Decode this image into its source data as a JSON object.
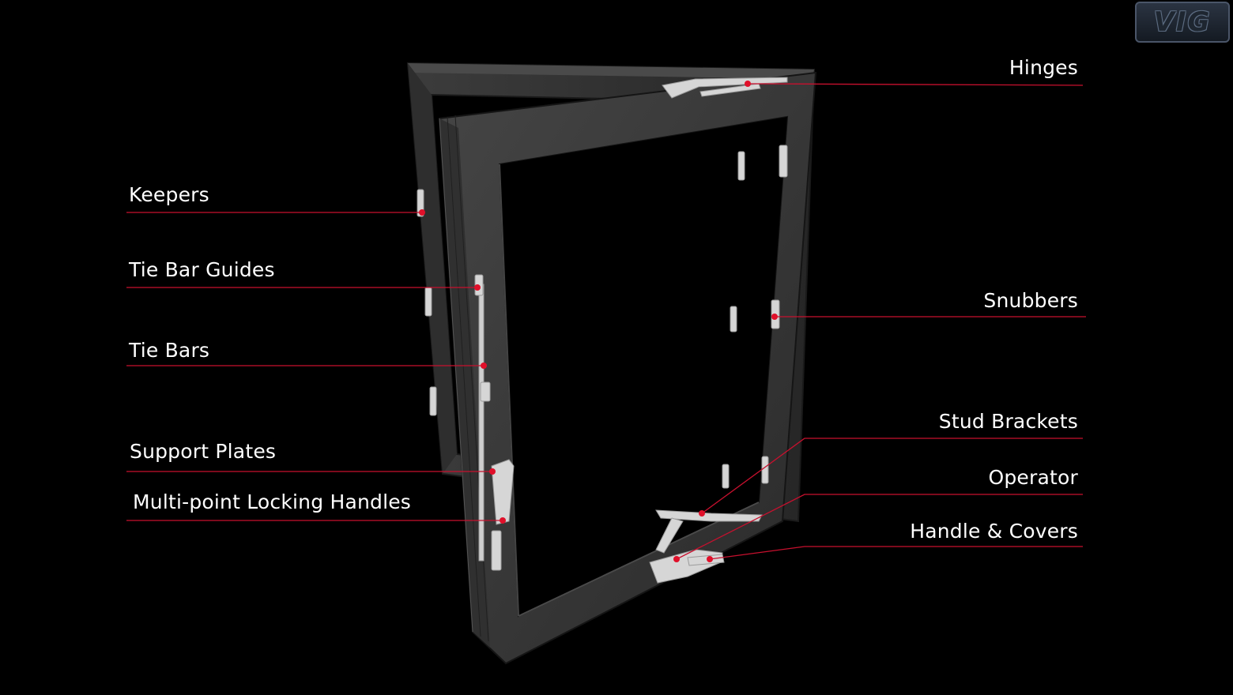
{
  "brand": {
    "logo_text": "VIG"
  },
  "colors": {
    "background": "#000000",
    "frame": "#3a3a3a",
    "frame_dark": "#232323",
    "hardware": "#d8d8d8",
    "leader_line": "#c8102e",
    "label_text": "#ffffff"
  },
  "labels": {
    "left": [
      {
        "id": "keepers",
        "text": "Keepers"
      },
      {
        "id": "tie-bar-guides",
        "text": "Tie Bar Guides"
      },
      {
        "id": "tie-bars",
        "text": "Tie Bars"
      },
      {
        "id": "support-plates",
        "text": "Support Plates"
      },
      {
        "id": "multi-point-locking-handles",
        "text": "Multi-point Locking Handles"
      }
    ],
    "right": [
      {
        "id": "hinges",
        "text": "Hinges"
      },
      {
        "id": "snubbers",
        "text": "Snubbers"
      },
      {
        "id": "stud-brackets",
        "text": "Stud Brackets"
      },
      {
        "id": "operator",
        "text": "Operator"
      },
      {
        "id": "handle-covers",
        "text": "Handle & Covers"
      }
    ]
  }
}
